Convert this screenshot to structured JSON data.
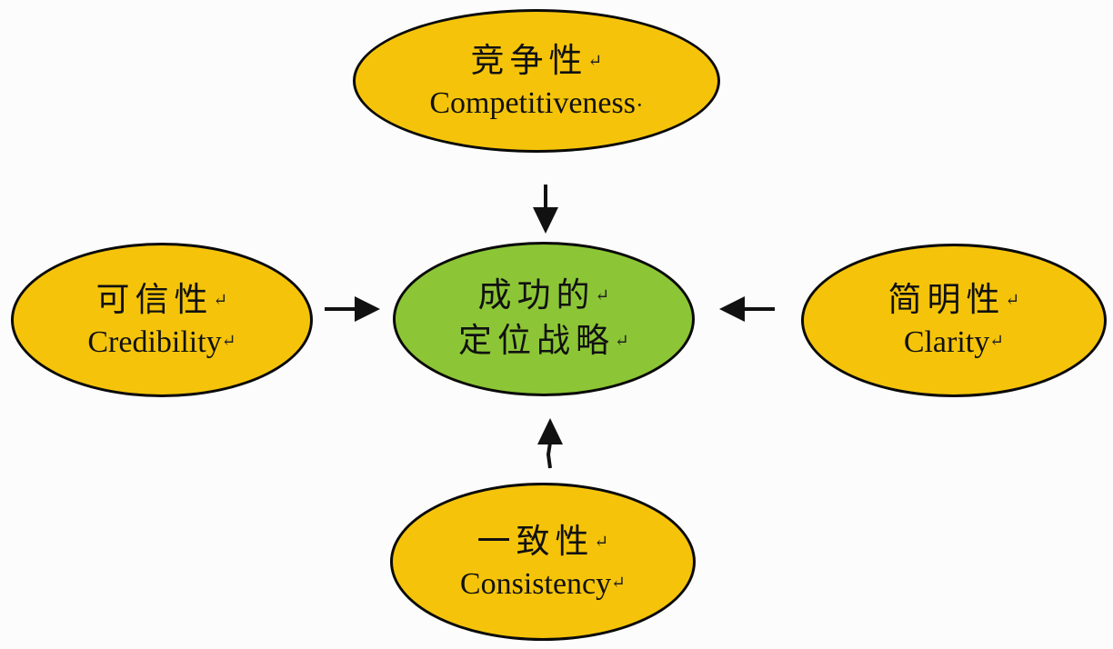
{
  "diagram": {
    "title_semantic": "successful positioning strategy factors",
    "background": "#fcfcfc",
    "colors": {
      "satellite_fill": "#f5c40a",
      "center_fill": "#8cc636",
      "outline": "#0a0a0a",
      "arrow": "#111111",
      "text": "#111111"
    },
    "return_mark": "↵",
    "center": {
      "line1": "成功的",
      "line2": "定位战略",
      "mark1": "↵",
      "mark2": "↵"
    },
    "nodes": {
      "top": {
        "zh": "竞争性",
        "zh_mark": "↵",
        "en": "Competitiveness",
        "en_mark": "·"
      },
      "left": {
        "zh": "可信性",
        "zh_mark": "↵",
        "en": "Credibility",
        "en_mark": "↵"
      },
      "right": {
        "zh": "简明性",
        "zh_mark": "↵",
        "en": "Clarity",
        "en_mark": "↵"
      },
      "bottom": {
        "zh": "一致性",
        "zh_mark": "↵",
        "en": "Consistency",
        "en_mark": "↵"
      }
    },
    "arrows": [
      {
        "from": "top",
        "to": "center",
        "direction": "down"
      },
      {
        "from": "left",
        "to": "center",
        "direction": "right"
      },
      {
        "from": "right",
        "to": "center",
        "direction": "left"
      },
      {
        "from": "bottom",
        "to": "center",
        "direction": "up"
      }
    ]
  }
}
